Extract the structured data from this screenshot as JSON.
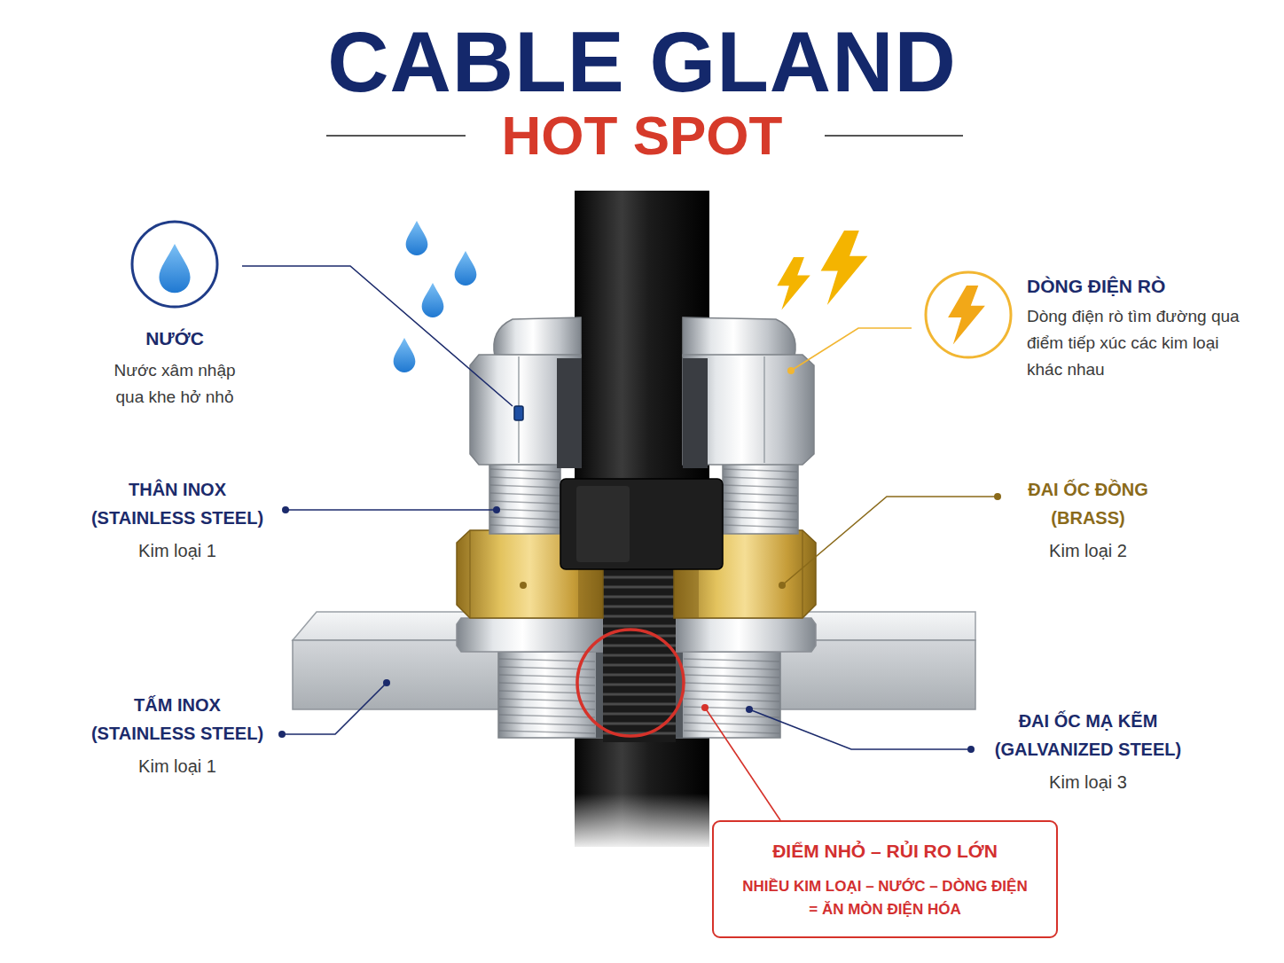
{
  "diagram": {
    "title": "CABLE GLAND",
    "nodes": [
      {
        "text": [
          "ĐIỂM NHỎ – RỦI RO LỚN",
          "NHIỀU KIM LOẠI – NƯỚC – DÒNG ĐIỆN = ĂN MÒN ĐIỆN HÓA"
        ]
      }
    ],
    "labels": [
      "HOT SPOT",
      "NƯỚC",
      "Nước xâm nhập qua khe hở nhỏ",
      "DÒNG ĐIỆN RÒ",
      "Dòng điện rò tìm đường qua điểm tiếp xúc các kim loại khác nhau",
      "THÂN INOX (STAINLESS STEEL)",
      "Kim loại 1",
      "ĐAI ỐC ĐỒNG (BRASS)",
      "Kim loại 2",
      "TẤM INOX (STAINLESS STEEL)",
      "Kim loại 1",
      "ĐAI ỐC MẠ KẼM (GALVANIZED STEEL)",
      "Kim loại 3"
    ]
  }
}
